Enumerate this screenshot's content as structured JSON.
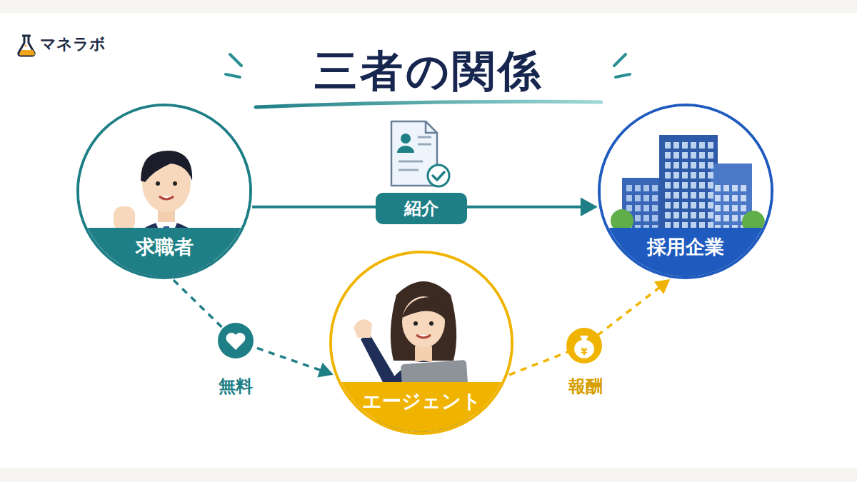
{
  "diagram": {
    "title": "三者の関係",
    "nodes": [
      {
        "text": [
          "求職者"
        ]
      },
      {
        "text": [
          "採用企業"
        ]
      },
      {
        "text": [
          "エージェント"
        ]
      }
    ],
    "edges": [
      {
        "from": 0,
        "to": 1,
        "label": "紹介",
        "arrow": "to"
      },
      {
        "from": 0,
        "to": 2,
        "label": "無料",
        "arrow": "to"
      },
      {
        "from": 2,
        "to": 1,
        "label": "報酬",
        "arrow": "to"
      }
    ],
    "labels": [
      "マネラボ"
    ]
  }
}
